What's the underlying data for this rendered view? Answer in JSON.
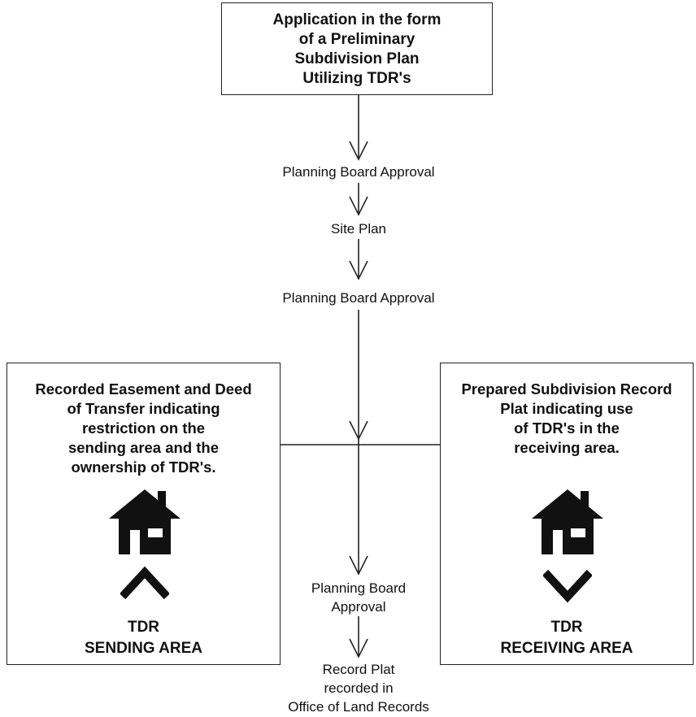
{
  "top_box": {
    "lines": [
      "Application in the form",
      "of a Preliminary",
      "Subdivision Plan",
      "Utilizing TDR's"
    ]
  },
  "steps": {
    "planning_approval_1": "Planning Board Approval",
    "site_plan": "Site Plan",
    "planning_approval_2": "Planning Board Approval",
    "planning_approval_3_lines": [
      "Planning Board",
      "Approval"
    ],
    "record_plat_lines": [
      "Record Plat",
      "recorded in",
      "Office of Land Records"
    ]
  },
  "left_box": {
    "lines": [
      "Recorded Easement and Deed",
      "of Transfer indicating",
      "restriction on the",
      "sending area and the",
      "ownership of TDR's."
    ],
    "label_lines": [
      "TDR",
      "SENDING AREA"
    ],
    "house_icon": "house-icon",
    "arrow_icon": "arrow-up-icon"
  },
  "right_box": {
    "lines": [
      "Prepared Subdivision Record",
      "Plat indicating use",
      "of TDR's in the",
      "receiving area."
    ],
    "label_lines": [
      "TDR",
      "RECEIVING AREA"
    ],
    "house_icon": "house-icon",
    "arrow_icon": "arrow-down-icon"
  }
}
